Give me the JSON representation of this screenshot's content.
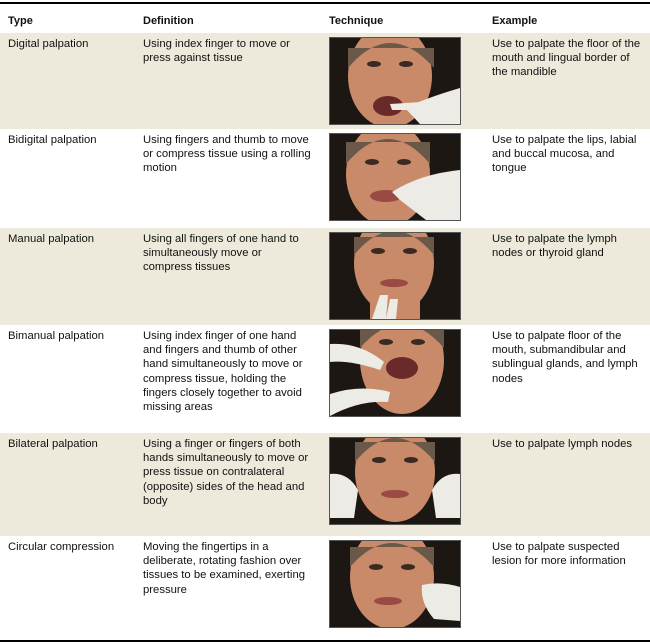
{
  "headers": [
    "Type",
    "Definition",
    "Technique",
    "Example"
  ],
  "rows": [
    {
      "type": "Digital palpation",
      "definition": "Using index finger to move or press against tissue",
      "technique_icon": "photo-digital-palpation",
      "example": "Use to palpate the floor of the mouth and lingual border of the mandible"
    },
    {
      "type": "Bidigital palpation",
      "definition": "Using fingers and thumb to move or compress tissue using a rolling motion",
      "technique_icon": "photo-bidigital-palpation",
      "example": "Use to palpate the lips, labial and buccal mucosa, and tongue"
    },
    {
      "type": "Manual palpation",
      "definition": "Using all fingers of one hand to simultaneously move or compress tissues",
      "technique_icon": "photo-manual-palpation",
      "example": "Use to palpate the lymph nodes or thyroid gland"
    },
    {
      "type": "Bimanual palpation",
      "definition": "Using index finger of one hand and fingers and thumb of other hand simultaneously to move or compress tissue, holding the fingers closely together to avoid missing areas",
      "technique_icon": "photo-bimanual-palpation",
      "example": "Use to palpate floor of the mouth, submandibular and sublingual glands, and lymph nodes"
    },
    {
      "type": "Bilateral palpation",
      "definition": "Using a finger or fingers of both hands simultaneously to move or press tissue on contralateral (opposite) sides of the head and body",
      "technique_icon": "photo-bilateral-palpation",
      "example": "Use to palpate lymph nodes"
    },
    {
      "type": "Circular compression",
      "definition": "Moving the fingertips in a deliberate, rotating fashion over tissues to be examined, exerting pressure",
      "technique_icon": "photo-circular-compression",
      "example": "Use to palpate suspected lesion for more information"
    }
  ],
  "colors": {
    "shaded_row": "#eeeadb",
    "skin": "#c98a6a",
    "glove": "#ecebe6",
    "background_photo": "#1c1712"
  }
}
